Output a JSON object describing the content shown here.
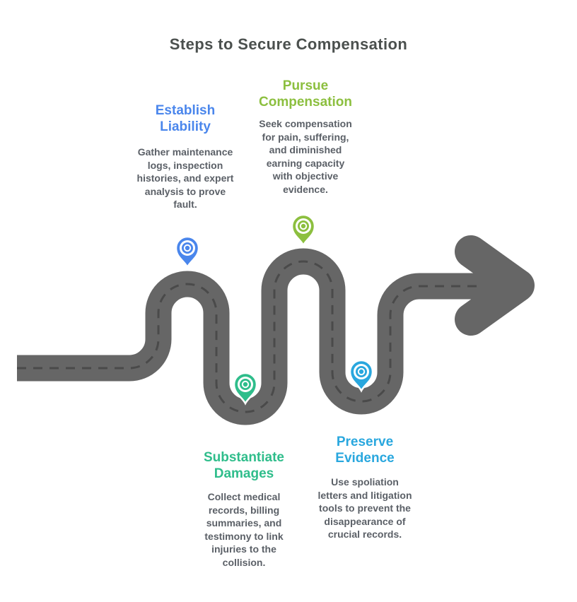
{
  "title": "Steps to Secure Compensation",
  "text_colors": {
    "title": "#4b504e",
    "body": "#5b6067"
  },
  "road": {
    "color": "#666666",
    "dash_color": "#4a4a4a",
    "outline_color": "#ffffff"
  },
  "steps": [
    {
      "title": "Establish\nLiability",
      "description": "Gather maintenance\nlogs, inspection\nhistories, and expert\nanalysis to prove\nfault.",
      "color": "#4a86ec"
    },
    {
      "title": "Pursue\nCompensation",
      "description": "Seek compensation\nfor pain, suffering,\nand diminished\nearning capacity\nwith objective\nevidence.",
      "color": "#8cbf3f"
    },
    {
      "title": "Substantiate\nDamages",
      "description": "Collect medical\nrecords, billing\nsummaries, and\ntestimony to link\ninjuries to the\ncollision.",
      "color": "#2fbd8b"
    },
    {
      "title": "Preserve\nEvidence",
      "description": "Use spoliation\nletters and litigation\ntools to prevent the\ndisappearance of\ncrucial records.",
      "color": "#29a7de"
    }
  ]
}
